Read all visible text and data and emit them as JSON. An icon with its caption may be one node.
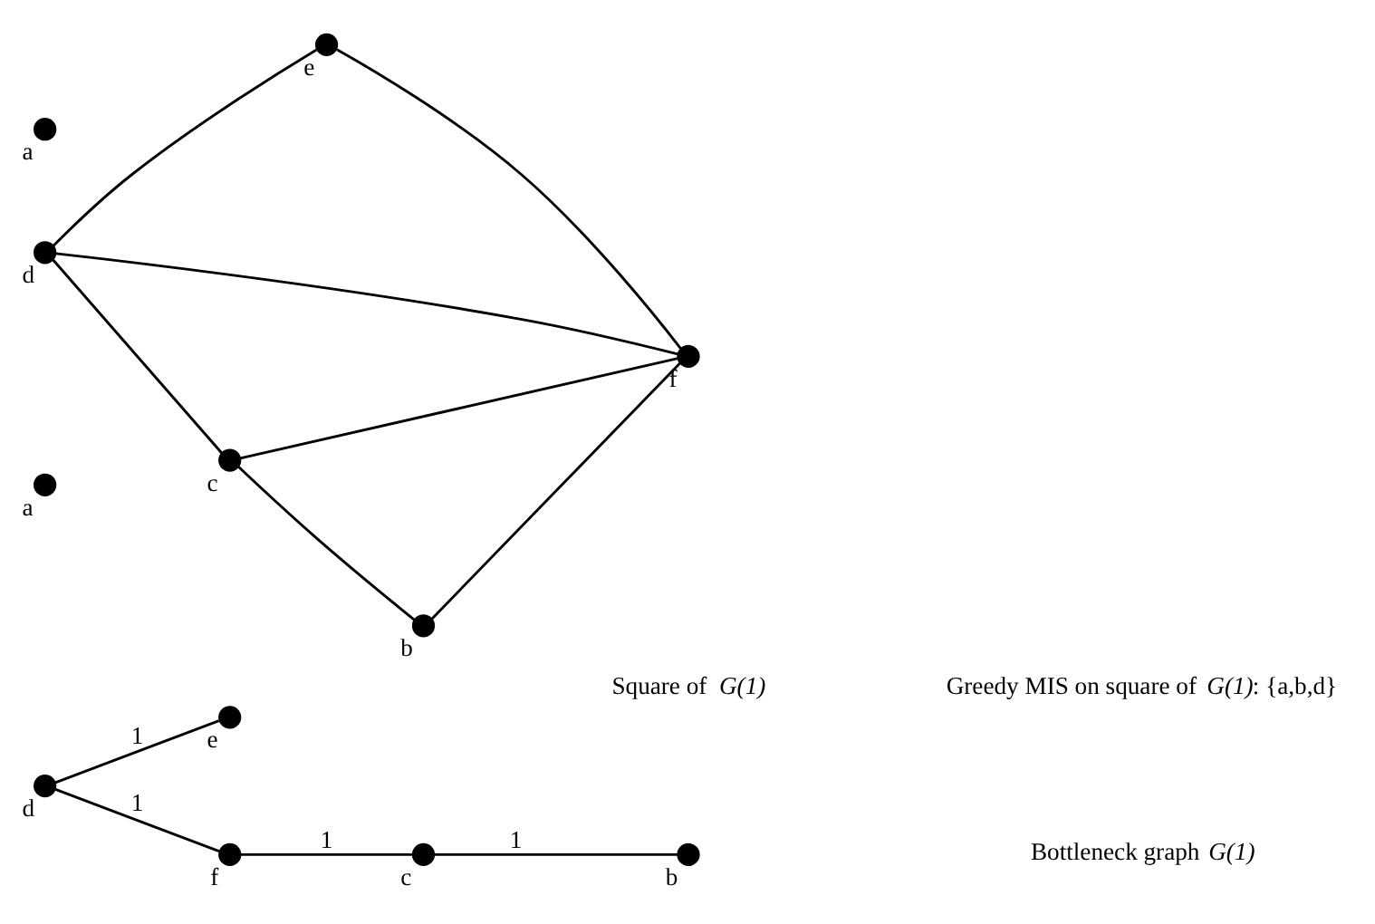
{
  "diagram": {
    "nodes": [
      {
        "text": [],
        "shape": "circle",
        "beside": [
          "e"
        ]
      },
      {
        "text": [],
        "shape": "circle",
        "beside": [
          "d"
        ]
      },
      {
        "text": [],
        "shape": "circle",
        "beside": [
          "f"
        ]
      },
      {
        "text": [],
        "shape": "circle",
        "beside": [
          "c"
        ]
      },
      {
        "text": [],
        "shape": "circle",
        "beside": [
          "a"
        ]
      },
      {
        "text": [],
        "shape": "circle",
        "beside": [
          "b"
        ]
      },
      {
        "text": [],
        "shape": "circle",
        "beside": [
          "e"
        ]
      },
      {
        "text": [],
        "shape": "circle",
        "beside": [
          "d"
        ]
      },
      {
        "text": [],
        "shape": "circle",
        "beside": [
          "f"
        ]
      },
      {
        "text": [],
        "shape": "circle",
        "beside": [
          "c"
        ]
      },
      {
        "text": [],
        "shape": "circle",
        "beside": [
          "a"
        ]
      },
      {
        "text": [],
        "shape": "circle",
        "beside": [
          "b"
        ]
      }
    ],
    "edges": [
      {
        "from": 1,
        "to": 0,
        "arrow": "none",
        "label": "1"
      },
      {
        "from": 1,
        "to": 2,
        "arrow": "none",
        "label": "1"
      },
      {
        "from": 2,
        "to": 3,
        "arrow": "none",
        "label": "1"
      },
      {
        "from": 3,
        "to": 5,
        "arrow": "none",
        "label": "1"
      },
      {
        "from": 7,
        "to": 6,
        "arrow": "none"
      },
      {
        "from": 6,
        "to": 8,
        "arrow": "none"
      },
      {
        "from": 7,
        "to": 8,
        "arrow": "none"
      },
      {
        "from": 7,
        "to": 9,
        "arrow": "none"
      },
      {
        "from": 9,
        "to": 8,
        "arrow": "none"
      },
      {
        "from": 9,
        "to": 11,
        "arrow": "none"
      },
      {
        "from": 11,
        "to": 8,
        "arrow": "none"
      }
    ],
    "labels": [
      "Bottleneck graph *G(1)*",
      "Square of *G(1)*",
      "Greedy MIS on square of *G(1)*: {a,b,d}"
    ]
  }
}
